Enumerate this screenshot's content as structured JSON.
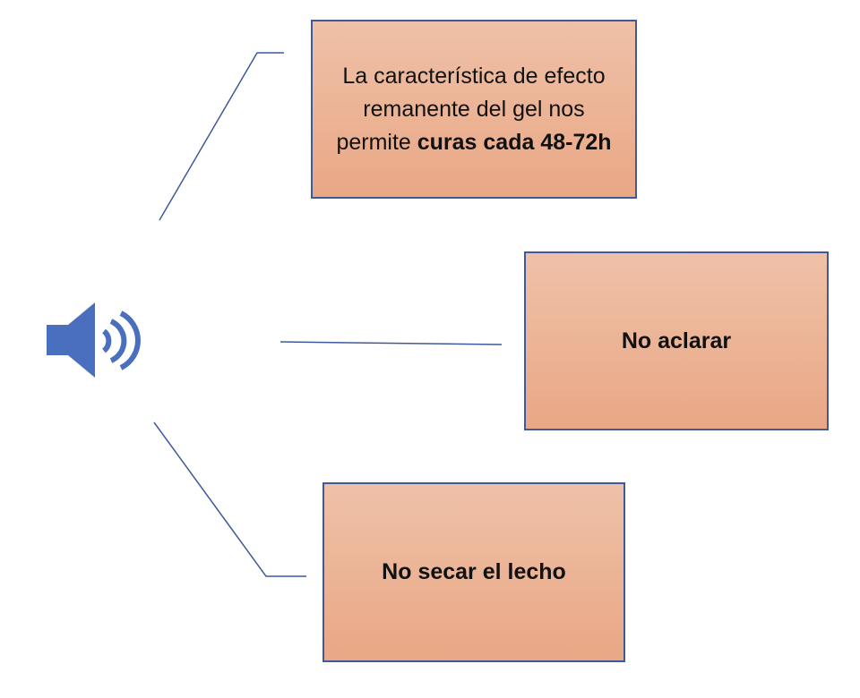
{
  "boxes": {
    "gel": {
      "text_plain": "La característica de efecto remanente del gel nos permite ",
      "text_bold": "curas cada 48-72h"
    },
    "aclarar": {
      "text_bold": "No aclarar"
    },
    "secar": {
      "text_bold": "No secar el lecho"
    }
  },
  "colors": {
    "speaker": "#4a6fbf",
    "line": "#3f5a98",
    "box_top": "#efc1a8",
    "box_bottom": "#e9a785"
  }
}
